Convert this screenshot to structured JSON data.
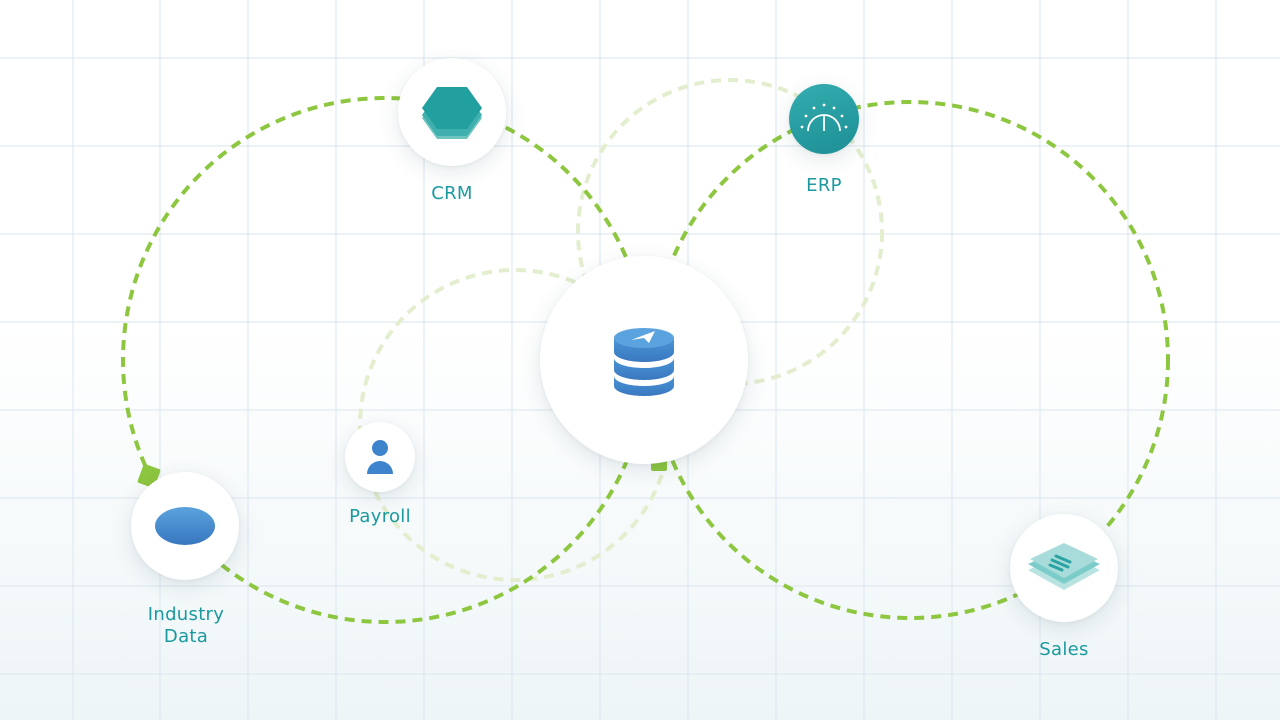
{
  "diagram": {
    "nodes": {
      "crm": {
        "label": "CRM"
      },
      "erp": {
        "label": "ERP"
      },
      "payroll": {
        "label": "Payroll"
      },
      "industry_data": {
        "line1": "Industry",
        "line2": "Data"
      },
      "sales": {
        "label": "Sales"
      }
    },
    "colors": {
      "label": "#1a9a9f",
      "connector": "#8dc63f",
      "connector_faint": "#e2eecd",
      "teal": "#2aa3a3",
      "blue": "#3d84cc",
      "grid": "#dbe6ee"
    }
  }
}
